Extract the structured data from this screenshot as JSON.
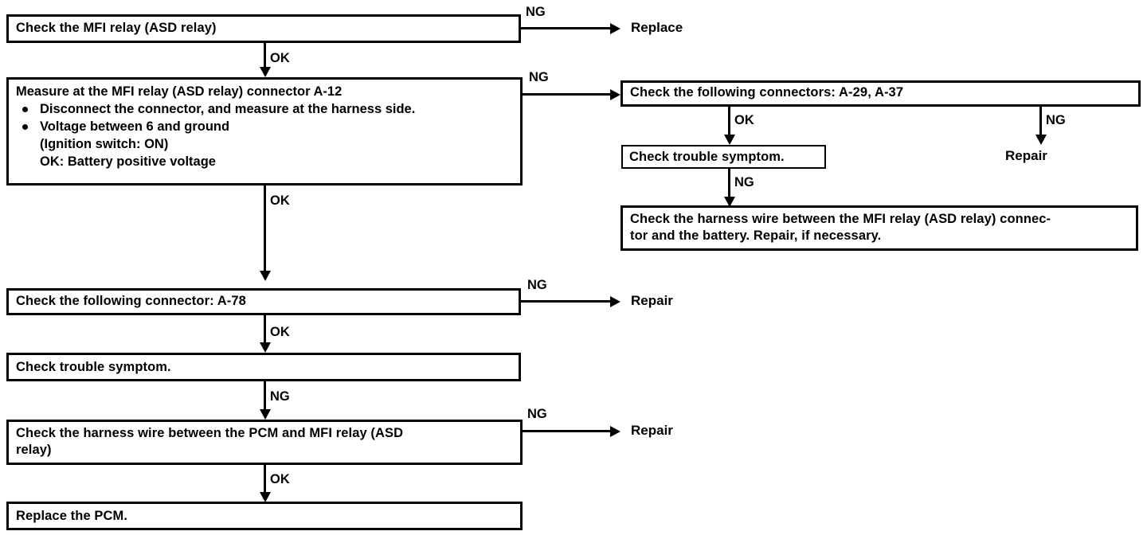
{
  "diagram": {
    "title": "MFI relay (ASD relay) troubleshooting flowchart",
    "nodes": {
      "check_mfi_relay": "Check the MFI relay (ASD relay)",
      "measure_connector_heading": "Measure at the MFI relay (ASD relay) connector A-12",
      "measure_bullet_1": "Disconnect the connector, and measure at the harness side.",
      "measure_bullet_2": "Voltage between 6 and ground",
      "measure_line_3": "(Ignition switch: ON)",
      "measure_line_4": "OK:   Battery positive voltage",
      "check_connectors_a29_a37": "Check the following connectors: A-29, A-37",
      "check_trouble_symptom_right": "Check trouble symptom.",
      "check_harness_battery": "Check the harness wire between the MFI relay (ASD relay) connec-\ntor and the battery. Repair, if necessary.",
      "check_connector_a78": "Check the following connector: A-78",
      "check_trouble_symptom_left": "Check trouble symptom.",
      "check_harness_pcm": "Check the harness wire between the PCM and MFI relay (ASD\nrelay)",
      "replace_pcm": "Replace the PCM."
    },
    "terminals": {
      "replace": "Replace",
      "repair_a78": "Repair",
      "repair_pcm": "Repair",
      "repair_right": "Repair"
    },
    "edge_labels": {
      "ng_relay": "NG",
      "ok_relay": "OK",
      "ng_measure": "NG",
      "ok_measure": "OK",
      "ok_connectors": "OK",
      "ng_connectors": "NG",
      "ng_trouble_right": "NG",
      "ng_a78": "NG",
      "ok_a78": "OK",
      "ng_trouble_left": "NG",
      "ng_harness_pcm": "NG",
      "ok_harness_pcm": "OK"
    },
    "colors": {
      "line": "#000000",
      "background": "#ffffff"
    }
  }
}
